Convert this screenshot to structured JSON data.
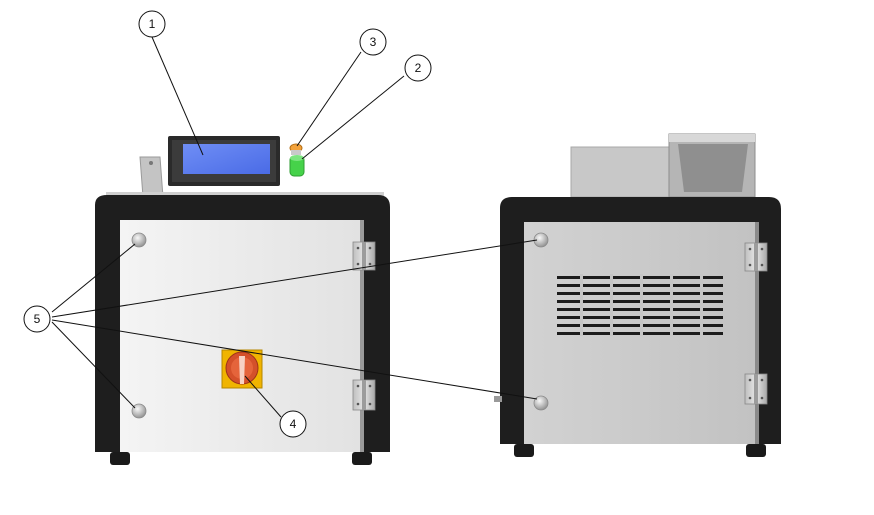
{
  "callouts": [
    {
      "id": "1",
      "label": "1"
    },
    {
      "id": "2",
      "label": "2"
    },
    {
      "id": "3",
      "label": "3"
    },
    {
      "id": "4",
      "label": "4"
    },
    {
      "id": "5",
      "label": "5"
    }
  ],
  "colors": {
    "frame": "#1e1e1e",
    "panel": "#f1f1f1",
    "rear_panel": "#c9c9c9",
    "screen": "#5b7df0",
    "switch_yellow": "#f0b400",
    "switch_red": "#d4502a",
    "green_button": "#46d24a",
    "orange_cap": "#f3a23a"
  },
  "icons": [
    "touch-screen-icon",
    "emergency-stop-button-icon",
    "indicator-lamp-icon",
    "rotary-switch-icon",
    "panel-screw-icon",
    "door-hinge-icon",
    "vent-slots-icon",
    "machine-foot-icon"
  ]
}
